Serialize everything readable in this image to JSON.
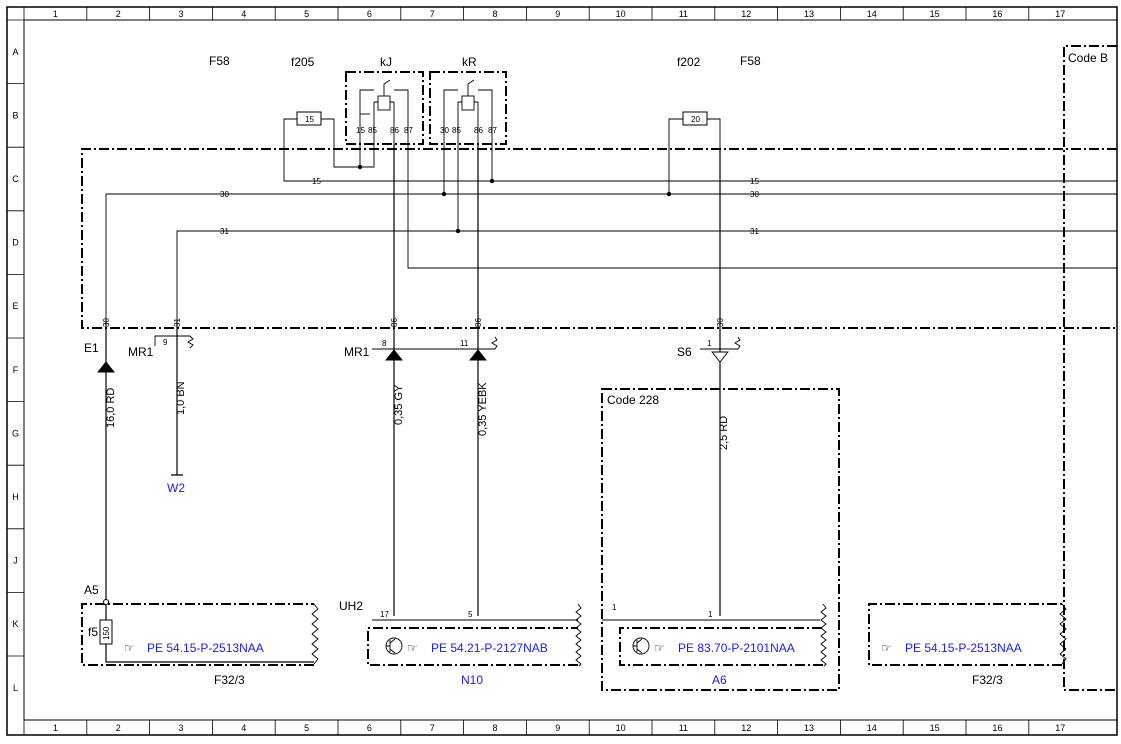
{
  "grid": {
    "columns": [
      "1",
      "2",
      "3",
      "4",
      "5",
      "6",
      "7",
      "8",
      "9",
      "10",
      "11",
      "12",
      "13",
      "14",
      "15",
      "16",
      "17"
    ],
    "rows": [
      "A",
      "B",
      "C",
      "D",
      "E",
      "F",
      "G",
      "H",
      "J",
      "K",
      "L"
    ]
  },
  "top_labels": {
    "f58_left": "F58",
    "f205": "f205",
    "kj": "kJ",
    "kr": "kR",
    "f202": "f202",
    "f58_right": "F58",
    "code_right": "Code B"
  },
  "fuses": {
    "f205_value": "15",
    "f202_value": "20",
    "f5_value": "150"
  },
  "relay_pins": {
    "kj": [
      "15",
      "85",
      "86",
      "87"
    ],
    "kr": [
      "30",
      "85",
      "86",
      "87"
    ]
  },
  "bus": {
    "line_15_left": "15",
    "line_15_right": "15",
    "line_30_left": "30",
    "line_30_right": "30",
    "line_31_left": "31",
    "line_31_right": "31"
  },
  "connector_pins": {
    "e1": "30",
    "mr1": "31",
    "kj86": "86",
    "kr86": "86",
    "s6": "30"
  },
  "connectors": {
    "e1": "E1",
    "mr1_left": "MR1",
    "mr1_mid": "MR1",
    "s6": "S6",
    "mr1_pin9": "9",
    "mr1_pin8": "8",
    "mr1_pin11": "11",
    "s6_pin1": "1",
    "a5": "A5",
    "uh2": "UH2",
    "uh2_pin17": "17",
    "uh2_pin5": "5",
    "a6_pin1a": "1",
    "a6_pin1b": "1"
  },
  "wires": {
    "w1": "16,0 RD",
    "w2": "1,0 BN",
    "w3": "0,35 GY",
    "w4": "0,35 YEBK",
    "w5": "2,5 RD"
  },
  "ground": {
    "w2": "W2"
  },
  "code_box": {
    "label": "Code 228"
  },
  "components": {
    "f5": "f5",
    "f32_left": {
      "ref": "PE 54.15-P-2513NAA",
      "name": "F32/3"
    },
    "n10": {
      "ref": "PE 54.21-P-2127NAB",
      "name": "N10"
    },
    "a6": {
      "ref": "PE 83.70-P-2101NAA",
      "name": "A6"
    },
    "f32_right": {
      "ref": "PE 54.15-P-2513NAA",
      "name": "F32/3"
    }
  }
}
